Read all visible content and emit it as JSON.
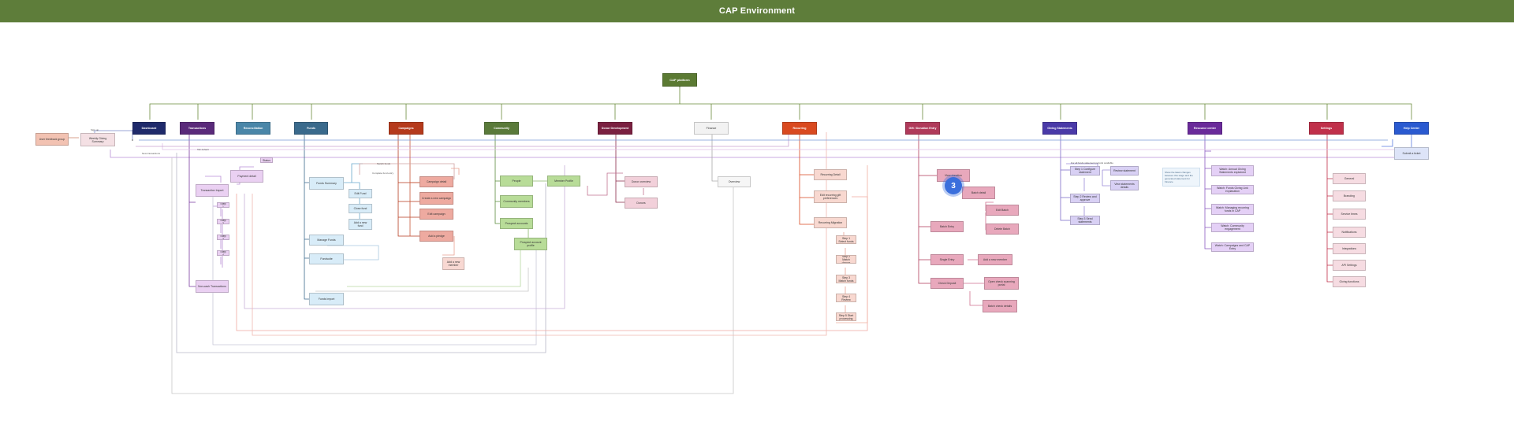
{
  "header": {
    "title": "CAP Environment"
  },
  "root": {
    "label": "CAP platform"
  },
  "colors": {
    "header_bar": "#5e7d3a",
    "badge": "#3b6fdc"
  },
  "categories": [
    {
      "label": "Dashboard",
      "color": "#1f2a6b"
    },
    {
      "label": "Transactions",
      "color": "#5a2a7a"
    },
    {
      "label": "Reconciliation",
      "color": "#4a86a8"
    },
    {
      "label": "Funds",
      "color": "#3a6a8c"
    },
    {
      "label": "Campaigns",
      "color": "#b53a1c"
    },
    {
      "label": "Community",
      "color": "#5a7a3a"
    },
    {
      "label": "Donor Development",
      "color": "#7a2040"
    },
    {
      "label": "Finance",
      "color": "#f0f0f0",
      "text": "#333333"
    },
    {
      "label": "Recurring",
      "color": "#d94a20"
    },
    {
      "label": "Gift / Donation Entry",
      "color": "#b03a5a"
    },
    {
      "label": "Giving Statements",
      "color": "#4a3aa8"
    },
    {
      "label": "Resource center",
      "color": "#6a2a9a"
    },
    {
      "label": "Settings",
      "color": "#c0304a"
    },
    {
      "label": "Help Center",
      "color": "#2a5ad0"
    }
  ],
  "nodes": {
    "user_feedback": "User feedback group",
    "weekly_giving": "Weekly Giving Summary",
    "submit_ticket": "Submit a ticket",
    "payment_detail": "Payment detail",
    "status": "Status",
    "transaction_import": "Transaction Import",
    "step1": "Step 1",
    "step2": "Step 2",
    "step3": "Step 3",
    "step4": "Step 4",
    "non_cash": "Non-cash Transactions",
    "funds_summary": "Funds Summary",
    "edit_fund": "Edit Fund",
    "close_fund": "Close fund",
    "add_new_fund": "Add a new fund",
    "manage_funds": "Manage Funds",
    "fundsuite": "Fundsuite",
    "funds_import": "Funds Import",
    "campaign_detail": "Campaign detail",
    "create_campaign": "Create a new campaign",
    "edit_campaign": "Edit campaign",
    "add_pledge": "Add a pledge",
    "add_member": "Add a new member",
    "people": "People",
    "community_members": "Community members",
    "prospect_accounts": "Prospect accounts",
    "prospect_profile": "Prospect account profile",
    "member_profile": "Member Profile",
    "donor_overview": "Donor overview",
    "donors": "Donors",
    "overview": "Overview",
    "recurring_detail": "Recurring Detail",
    "edit_recurring": "Edit recurring gift preferences",
    "recurring_migration": "Recurring Migration",
    "rm_step1": "Step 1 Select funds",
    "rm_step2": "Step 2 Match donors",
    "rm_step3": "Step 3 Match funds",
    "rm_step4": "Step 4 Review",
    "rm_step5": "Step 5 Start processing",
    "view_donation": "View donation",
    "batch_detail": "Batch detail",
    "batch_entry": "Batch Entry",
    "edit_batch": "Edit Batch",
    "delete_batch": "Delete Batch",
    "single_entry": "Single Entry",
    "add_new_member": "Add a new member",
    "check_deposit": "Check Deposit",
    "open_check": "Open check scanning portal",
    "batch_check": "Batch check details",
    "gs_step1": "Step 1 Configure statement",
    "gs_preview": "Review statement",
    "gs_step2": "Step 2 Review and approve",
    "gs_step3": "Step 3 Send statements",
    "gs_view": "View statements details",
    "rc_sticky": "Show the latest changes between this stage and the generated statement for Finance",
    "rc1": "Watch: Annual Giving Statements explained",
    "rc2": "Watch: Funds Giving Link explanation",
    "rc3": "Watch: Managing recurring funds in CAP",
    "rc4": "Watch: Community engagement",
    "rc5": "Watch: Campaigns and CAP Entry",
    "set_general": "General",
    "set_branding": "Branding",
    "set_service": "Service times",
    "set_notifications": "Notifications",
    "set_integrations": "Integrations",
    "set_api": "API Settings",
    "set_giving": "Giving functions"
  },
  "wire_labels": {
    "sign_up": "Sign up",
    "note1": "Tab default",
    "note2": "New transactions",
    "note3": "Switch funds",
    "note4": "Complete fund entry",
    "note5": "For all funds statement periods available"
  },
  "badge": {
    "value": "3"
  }
}
